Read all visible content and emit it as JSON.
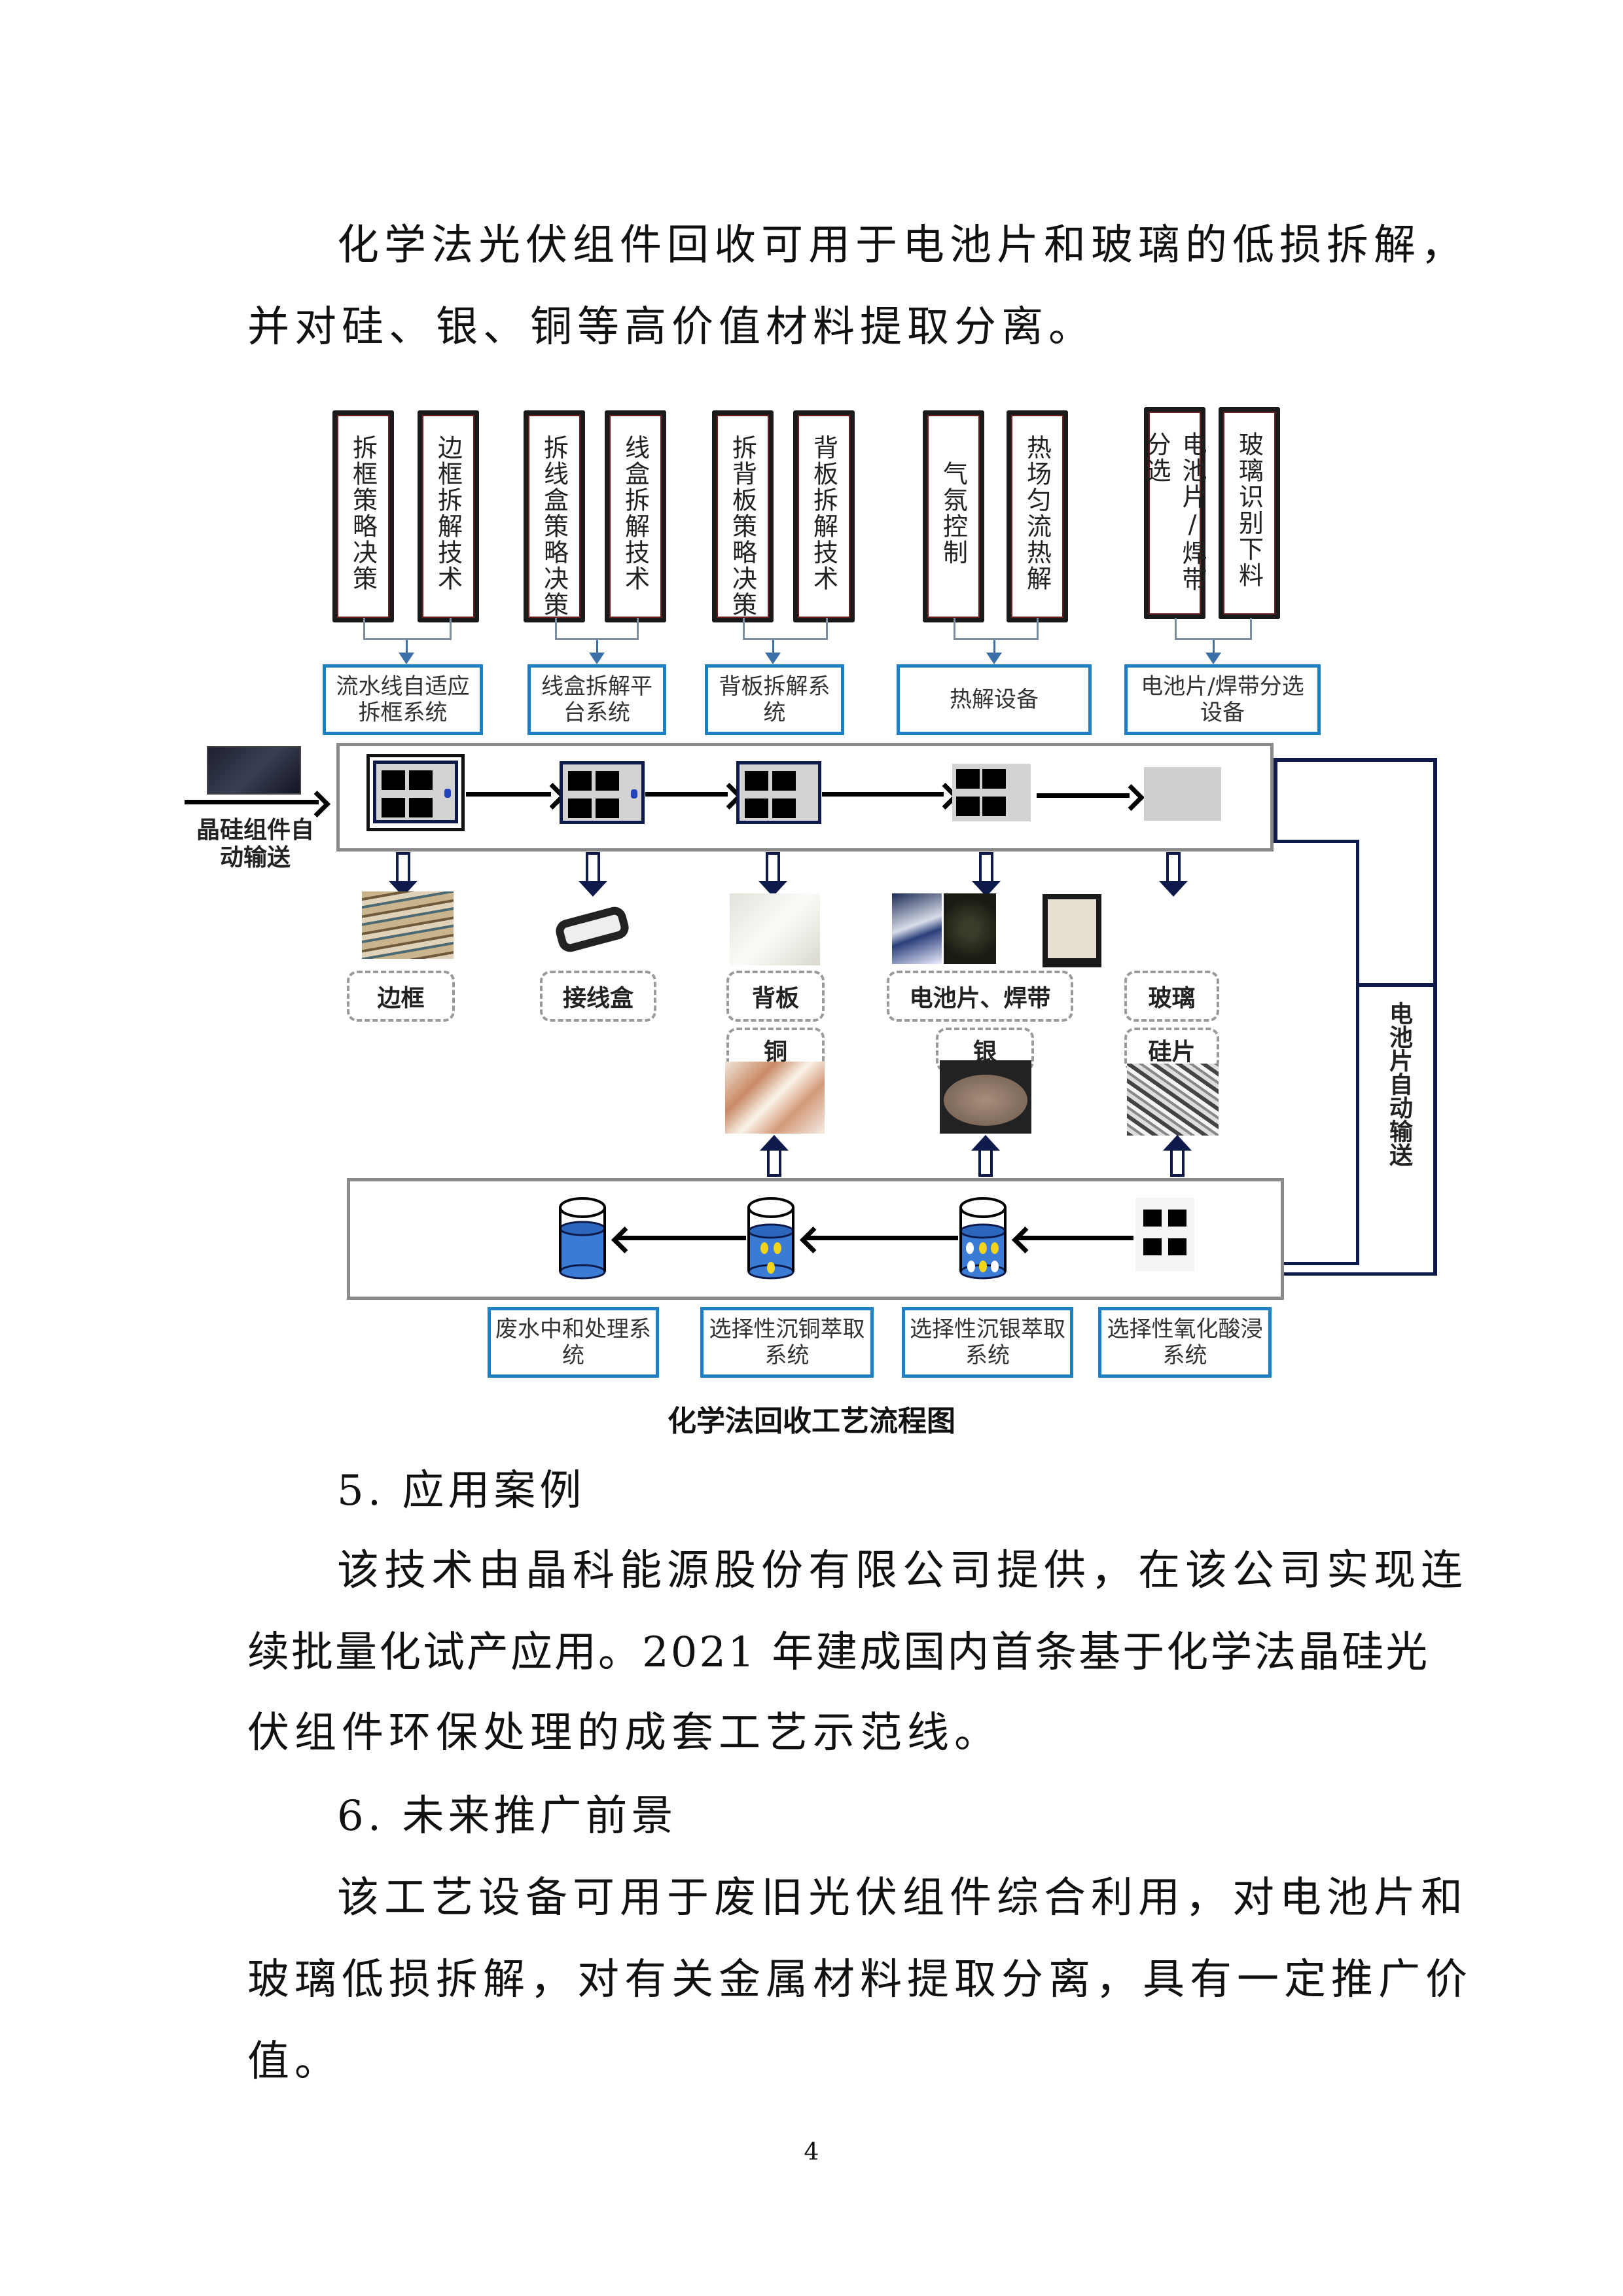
{
  "page": {
    "intro_paragraph": [
      "化学法光伏组件回收可用于电池片和玻璃的低损拆解，",
      "并对硅、银、铜等高价值材料提取分离。"
    ],
    "section5": {
      "heading": "5. 应用案例",
      "lines": [
        "该技术由晶科能源股份有限公司提供，在该公司实现连",
        "续批量化试产应用。2021 年建成国内首条基于化学法晶硅光",
        "伏组件环保处理的成套工艺示范线。"
      ]
    },
    "section6": {
      "heading": "6. 未来推广前景",
      "lines": [
        "该工艺设备可用于废旧光伏组件综合利用，对电池片和",
        "玻璃低损拆解，对有关金属材料提取分离，具有一定推广价",
        "值。"
      ]
    },
    "page_number": "4"
  },
  "diagram": {
    "caption": "化学法回收工艺流程图",
    "technology_boxes": [
      "拆框策略决策",
      "边框拆解技术",
      "拆线盒策略决策",
      "线盒拆解技术",
      "拆背板策略决策",
      "背板拆解技术",
      "气氛控制",
      "热场匀流热解",
      "电池片/焊带分选",
      "玻璃识别下料"
    ],
    "equipment_boxes": [
      "流水线自适应拆框系统",
      "线盒拆解平台系统",
      "背板拆解系统",
      "热解设备",
      "电池片/焊带分选设备"
    ],
    "input_label": "晶硅组件自动输送",
    "loop_label": "电池片自动输送",
    "materials": [
      "边框",
      "接线盒",
      "背板",
      "电池片、焊带",
      "玻璃"
    ],
    "recovered": [
      "铜",
      "银",
      "硅片"
    ],
    "chemical_systems": [
      "废水中和处理系统",
      "选择性沉铜萃取系统",
      "选择性沉银萃取系统",
      "选择性氧化酸浸系统"
    ],
    "colors": {
      "blue_box_border": "#1f7fc4",
      "dark_navy": "#0d1a4a",
      "liquid_blue": "#3a7bd5",
      "copper_dot": "#f2d51a"
    }
  }
}
